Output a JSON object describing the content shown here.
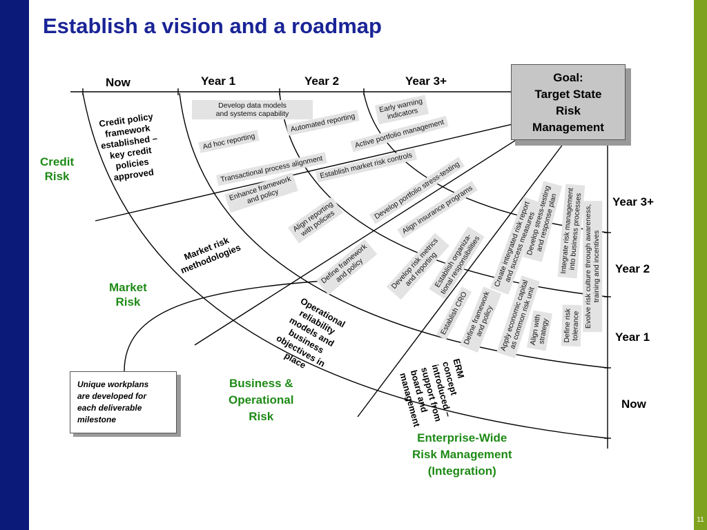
{
  "title": "Establish a vision and a roadmap",
  "page_number": "11",
  "time_labels_top": [
    "Now",
    "Year 1",
    "Year 2",
    "Year 3+"
  ],
  "time_labels_right": [
    "Year 3+",
    "Year 2",
    "Year 1",
    "Now"
  ],
  "goal": [
    "Goal:",
    "Target State",
    "Risk",
    "Management"
  ],
  "areas": {
    "credit": [
      "Credit",
      "Risk"
    ],
    "market": [
      "Market",
      "Risk"
    ],
    "business": [
      "Business &",
      "Operational",
      "Risk"
    ],
    "enterprise": [
      "Enterprise-Wide",
      "Risk Management",
      "(Integration)"
    ]
  },
  "milestones": {
    "credit": [
      "Credit policy",
      "framework",
      "established –",
      "key credit",
      "policies",
      "approved"
    ],
    "market": [
      "Market risk",
      "methodologies"
    ],
    "operational": [
      "Operational",
      "reliability",
      "models and",
      "business",
      "objectives in",
      "place"
    ],
    "erm": [
      "ERM",
      "concept",
      "introduced –",
      "support from",
      "board and",
      "management"
    ]
  },
  "workplans": [
    "Unique workplans",
    "are developed for",
    "each deliverable",
    "milestone"
  ],
  "initiatives": [
    "Develop data models\nand systems capability",
    "Early warning\nindicators",
    "Automated reporting",
    "Ad hoc reporting",
    "Active portfolio management",
    "Transactional process alignment",
    "Establish market risk controls",
    "Enhance framework\nand policy",
    "Align reporting\nwith policies",
    "Develop portfolio stress-testing",
    "Align insurance programs",
    "Define framework\nand policy",
    "Develop risk metrics\nand reporting",
    "Establish organiza-\ntional responsibilities",
    "Establish CRO",
    "Define framework\nand policy",
    "Create integrated risk report\nand success measures",
    "Develop stress-testing\nand response plan",
    "Integrate risk management\ninto business processes",
    "Evolve risk culture through awareness,\ntraining and incentives",
    "Apply economic capital\nas common risk unit",
    "Align with\nstrategy",
    "Define risk\ntolerance"
  ],
  "colors": {
    "navy_bar": "#0b1a78",
    "green_bar": "#7ea21d",
    "title": "#1a2496",
    "area_label": "#1e8a16",
    "chip": "#e3e3e3"
  }
}
